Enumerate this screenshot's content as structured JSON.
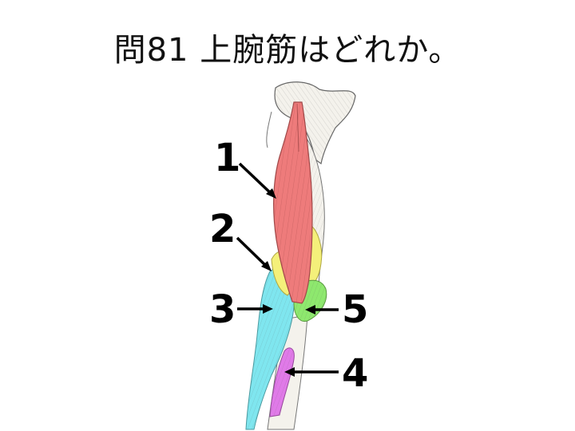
{
  "question": {
    "title": "問81 上腕筋はどれか。"
  },
  "figure": {
    "labels": [
      "1",
      "2",
      "3",
      "4",
      "5"
    ],
    "colors": {
      "muscle1": "#ee7b7b",
      "muscle2": "#f4f07a",
      "muscle3": "#7fe6ef",
      "muscle4": "#e07ae8",
      "muscle5": "#8ee86e",
      "bone": "#f4f2ec"
    }
  }
}
